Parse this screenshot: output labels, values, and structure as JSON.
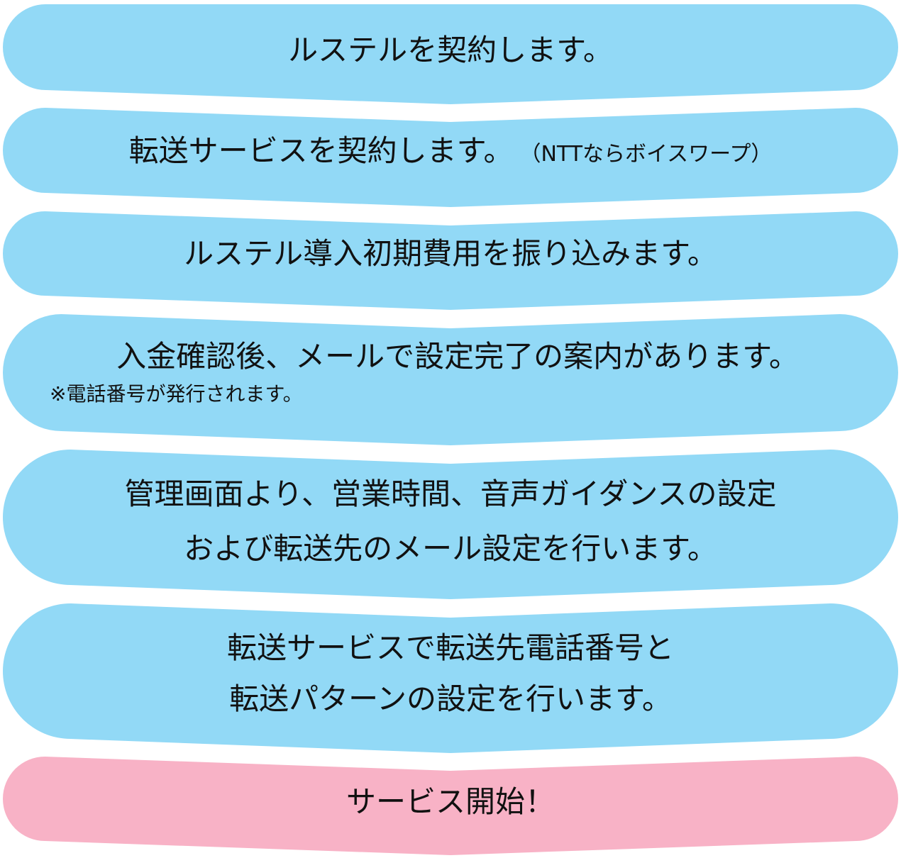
{
  "colors": {
    "step_fill": "#92d9f6",
    "final_fill": "#f8b2c6"
  },
  "steps": [
    {
      "text": "ルステルを契約します。"
    },
    {
      "text": "転送サービスを契約します。",
      "note": "（NTTならボイスワープ）"
    },
    {
      "text": "ルステル導入初期費用を振り込みます。"
    },
    {
      "text": "入金確認後、メールで設定完了の案内があります。",
      "sub": "※電話番号が発行されます。"
    },
    {
      "line1": "管理画面より、営業時間、音声ガイダンスの設定",
      "line2": "および転送先のメール設定を行います。"
    },
    {
      "line1": "転送サービスで転送先電話番号と",
      "line2": "転送パターンの設定を行います。"
    },
    {
      "text": "サービス開始！"
    }
  ]
}
